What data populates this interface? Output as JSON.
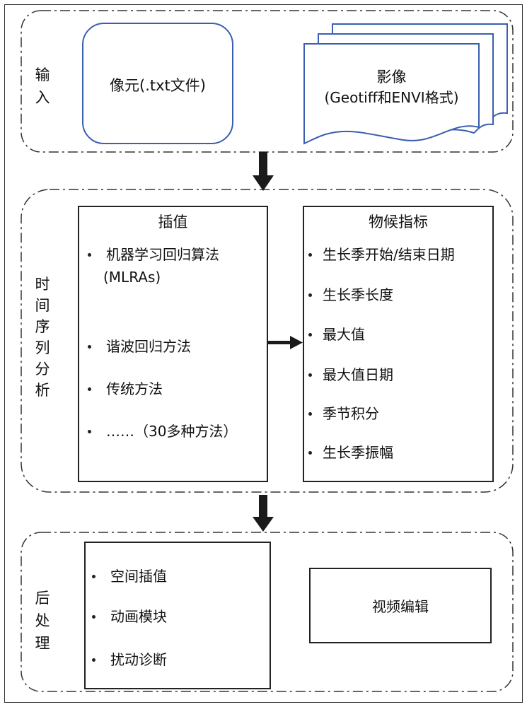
{
  "sections": {
    "input": {
      "label": "输入",
      "pixel_label": "像元(.txt文件)",
      "image_title": "影像",
      "image_subtitle": "(Geotiff和ENVI格式)"
    },
    "timeseries": {
      "label": "时间序列分析",
      "interp": {
        "title": "插值",
        "items": [
          "机器学习回归算法",
          "(MLRAs)",
          "谐波回归方法",
          "传统方法",
          "……（30多种方法）"
        ]
      },
      "pheno": {
        "title": "物候指标",
        "items": [
          "生长季开始/结束日期",
          "生长季长度",
          "最大值",
          "最大值日期",
          "季节积分",
          "生长季振幅"
        ]
      }
    },
    "post": {
      "label": "后处理",
      "items": [
        "空间插值",
        "动画模块",
        "扰动诊断"
      ],
      "video": "视频编辑"
    }
  },
  "colors": {
    "blue_shapes": "#3a5fb0",
    "lines": "#333333",
    "arrows": "#1a1a1a"
  }
}
